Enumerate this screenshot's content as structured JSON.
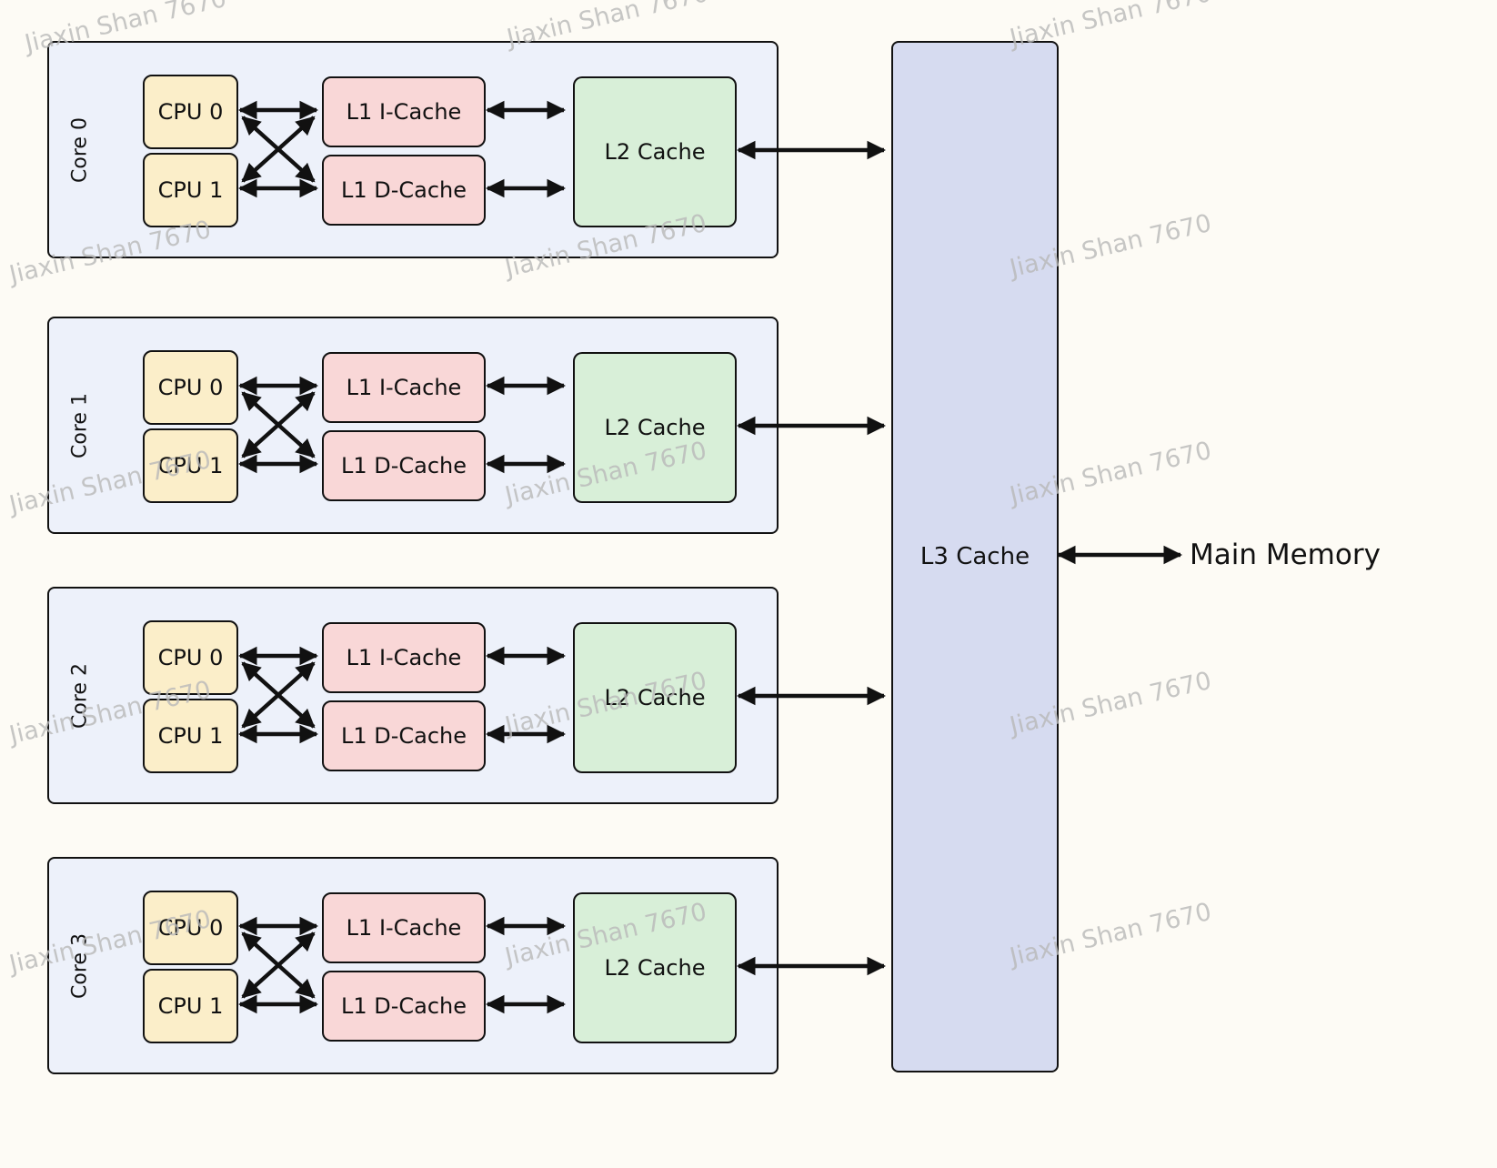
{
  "watermark": "Jiaxin Shan 7670",
  "cores": [
    {
      "label": "Core 0",
      "cpu0": "CPU 0",
      "cpu1": "CPU 1",
      "l1i": "L1 I-Cache",
      "l1d": "L1 D-Cache",
      "l2": "L2 Cache"
    },
    {
      "label": "Core 1",
      "cpu0": "CPU 0",
      "cpu1": "CPU 1",
      "l1i": "L1 I-Cache",
      "l1d": "L1 D-Cache",
      "l2": "L2 Cache"
    },
    {
      "label": "Core 2",
      "cpu0": "CPU 0",
      "cpu1": "CPU 1",
      "l1i": "L1 I-Cache",
      "l1d": "L1 D-Cache",
      "l2": "L2 Cache"
    },
    {
      "label": "Core 3",
      "cpu0": "CPU 0",
      "cpu1": "CPU 1",
      "l1i": "L1 I-Cache",
      "l1d": "L1 D-Cache",
      "l2": "L2 Cache"
    }
  ],
  "l3": {
    "label": "L3 Cache"
  },
  "main_memory": {
    "label": "Main Memory"
  },
  "connections": [
    "CPU 0 <-> L1 I-Cache (per core)",
    "CPU 0 <-> L1 D-Cache (per core)",
    "CPU 1 <-> L1 I-Cache (per core)",
    "CPU 1 <-> L1 D-Cache (per core)",
    "L1 I-Cache <-> L2 Cache (per core)",
    "L1 D-Cache <-> L2 Cache (per core)",
    "L2 Cache <-> L3 Cache (per core)",
    "L3 Cache <-> Main Memory"
  ],
  "colors": {
    "canvas_bg": "#fdfbf5",
    "core_bg": "#edf1fa",
    "cpu_bg": "#fbeec9",
    "l1_bg": "#f9d7d7",
    "l2_bg": "#d8efd8",
    "l3_bg": "#d6dbf0",
    "stroke": "#111111"
  }
}
